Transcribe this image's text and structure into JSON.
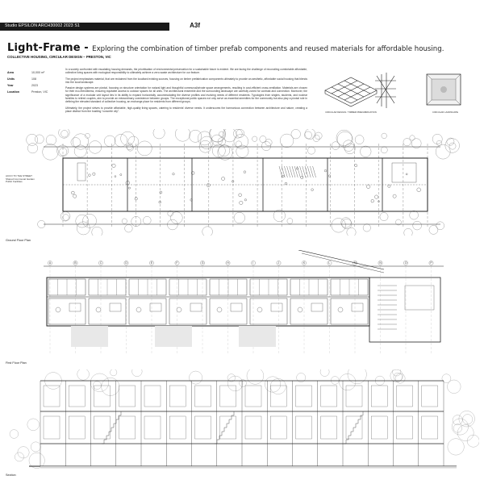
{
  "header": {
    "studio": "Studio EPSILON ARCH30002 2023 S1",
    "sheet": "A3f"
  },
  "title": {
    "main": "Light-Frame",
    "dash": " - ",
    "subtitle": "Exploring the combination of timber prefab components and reused materials for affordable housing.",
    "tagline": "COLLECTIVE HOUSING, CIRCULAR DESIGN – PRESTON, VIC"
  },
  "meta": [
    {
      "key": "Area",
      "value": "10,000 m²"
    },
    {
      "key": "Units",
      "value": "108"
    },
    {
      "key": "Year",
      "value": "2023"
    },
    {
      "key": "Location",
      "value": "Preston, VIC"
    }
  ],
  "brief": [
    "In a society confronted with escalating housing demands, the prioritisation of environmental preservation for a sustainable future is evident. We are facing the challenge of reconciling comfortable affordable, collective living spaces with ecological responsibility to ultimately achieve a zero-waste architecture for our feature.",
    "The project emphasises material, that are reclaimed from the localised existing sources, focusing on timber prefabrication components ultimately to provide an aesthetic, affordable social housing that blends into the local landscape.",
    "Passive design systems are pivotal, focusing on structure orientation for natural light and thoughtful communal/private space arrangements, resulting in cost-efficient cross-ventilation. Materials are chosen for their eco-friendliness, ensuring equitable access to outdoor spaces for all units. The architectural ensemble and the surrounding landscape are carefully zoned for contrast and connection. Moreover, the significance of a modular unit layout lies in its ability to expand horizontally, accommodating the diverse profiles and evolving needs of different residents. Typologies from singles, students, and nuclear families to retired couples, aim to provide an extraordinary coexistence between groups. The exceptional public spaces not only serve as essential amenities for the community but also play a pivotal role in defining the elevated standard of collective housing, an exchange place for residents from different groups.",
    "Ultimately, the project strives to provide affordable, high-quality living spaces, catering to residents' diverse needs. It underscores the harmonious connection between architecture and nature, creating a place distinct from the bustling “concrete city”."
  ],
  "diagrams": {
    "left_caption": "CIRCULAR DESIGN / TIMBER PREFABRICATION",
    "right_caption": "CIRCULAR LANDSCAPE"
  },
  "plans": {
    "ground_label": "Ground Floor Plan",
    "first_label": "First Floor Plan",
    "section_label": "Section",
    "legend_title": "ACCO TO THE STREET\nShared Communal Garden\nPublic Facilities",
    "grid_letters": [
      "A",
      "B",
      "C",
      "D",
      "E",
      "F",
      "G",
      "H",
      "I",
      "J",
      "K",
      "L",
      "M",
      "N",
      "O",
      "P"
    ]
  },
  "colors": {
    "ink": "#111111",
    "bar": "#1a1a1a",
    "paper": "#ffffff",
    "tree": "#6b6b6b"
  }
}
